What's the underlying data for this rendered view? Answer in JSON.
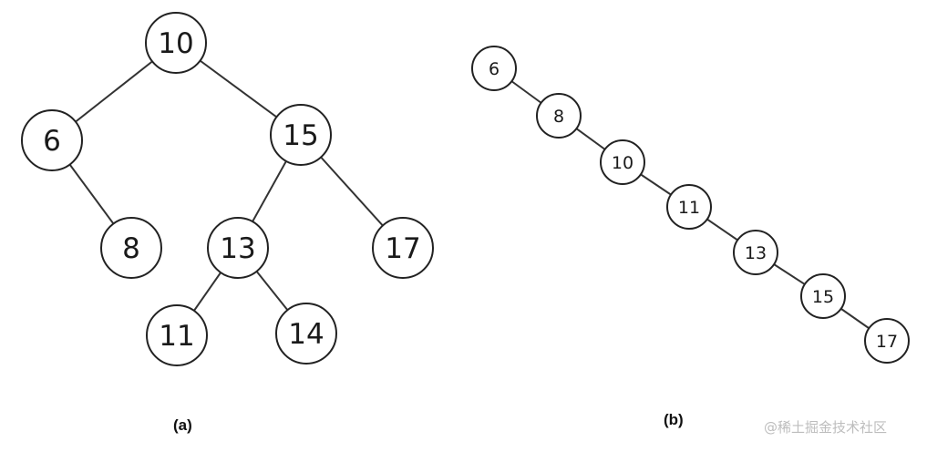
{
  "tree_a": {
    "caption": "(a)",
    "nodes": [
      {
        "id": "n10",
        "label": "10"
      },
      {
        "id": "n6",
        "label": "6"
      },
      {
        "id": "n15",
        "label": "15"
      },
      {
        "id": "n8",
        "label": "8"
      },
      {
        "id": "n13",
        "label": "13"
      },
      {
        "id": "n17",
        "label": "17"
      },
      {
        "id": "n11",
        "label": "11"
      },
      {
        "id": "n14",
        "label": "14"
      }
    ],
    "edges": [
      [
        "n10",
        "n6"
      ],
      [
        "n10",
        "n15"
      ],
      [
        "n6",
        "n8"
      ],
      [
        "n15",
        "n13"
      ],
      [
        "n15",
        "n17"
      ],
      [
        "n13",
        "n11"
      ],
      [
        "n13",
        "n14"
      ]
    ]
  },
  "tree_b": {
    "caption": "(b)",
    "nodes": [
      {
        "id": "m6",
        "label": "6"
      },
      {
        "id": "m8",
        "label": "8"
      },
      {
        "id": "m10",
        "label": "10"
      },
      {
        "id": "m11",
        "label": "11"
      },
      {
        "id": "m13",
        "label": "13"
      },
      {
        "id": "m15",
        "label": "15"
      },
      {
        "id": "m17",
        "label": "17"
      }
    ],
    "edges": [
      [
        "m6",
        "m8"
      ],
      [
        "m8",
        "m10"
      ],
      [
        "m10",
        "m11"
      ],
      [
        "m11",
        "m13"
      ],
      [
        "m13",
        "m15"
      ],
      [
        "m15",
        "m17"
      ]
    ]
  },
  "watermark": "@稀土掘金技术社区"
}
